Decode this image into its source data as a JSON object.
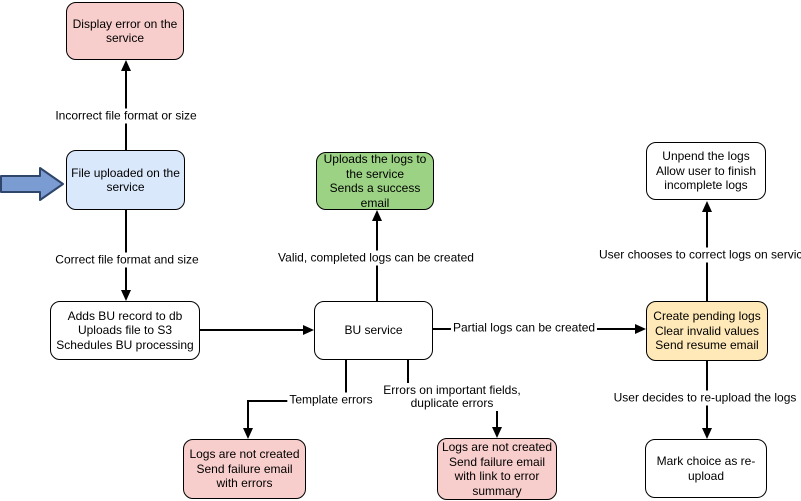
{
  "palette": {
    "node_border": "#000000",
    "pink_fill": "#f8cecc",
    "blue_fill": "#dae8fc",
    "green_fill": "#9cd284",
    "yellow_fill": "#ffe9b8",
    "white_fill": "#ffffff",
    "start_arrow_fill": "#7b9bd3",
    "start_arrow_stroke": "#2f4569",
    "line_color": "#000000"
  },
  "diagram": {
    "nodes": {
      "display_error": {
        "lines": [
          "Display error on the",
          "service"
        ]
      },
      "file_uploaded": {
        "lines": [
          "File uploaded on the",
          "service"
        ]
      },
      "adds_bu_record": {
        "lines": [
          "Adds BU record to db",
          "Uploads file to S3",
          "Schedules BU processing"
        ]
      },
      "bu_service": {
        "lines": [
          "BU service"
        ]
      },
      "uploads_logs": {
        "lines": [
          "Uploads the logs to",
          "the service",
          "Sends a success",
          "email"
        ]
      },
      "logs_not_created_errors": {
        "lines": [
          "Logs are not created",
          "Send failure email",
          "with errors"
        ]
      },
      "logs_not_created_summary": {
        "lines": [
          "Logs are not created",
          "Send failure email",
          "with link to error",
          "summary"
        ]
      },
      "create_pending_logs": {
        "lines": [
          "Create pending logs",
          "Clear invalid values",
          "Send resume email"
        ]
      },
      "unpend_logs": {
        "lines": [
          "Unpend the logs",
          "Allow user to finish",
          "incomplete logs"
        ]
      },
      "mark_reupload": {
        "lines": [
          "Mark choice as re-",
          "upload"
        ]
      }
    },
    "edges": {
      "incorrect_format": {
        "label": "Incorrect file format or size"
      },
      "correct_format": {
        "label": "Correct file format and size"
      },
      "valid_logs": {
        "label": "Valid, completed logs can be created"
      },
      "partial_logs": {
        "label": "Partial logs can be created"
      },
      "template_errors": {
        "label": "Template errors"
      },
      "important_field_errors": {
        "lines": [
          "Errors on important fields,",
          "duplicate errors"
        ]
      },
      "user_corrects": {
        "label": "User chooses to correct logs on service"
      },
      "user_reuploads": {
        "label": "User decides to re-upload the logs"
      }
    }
  }
}
